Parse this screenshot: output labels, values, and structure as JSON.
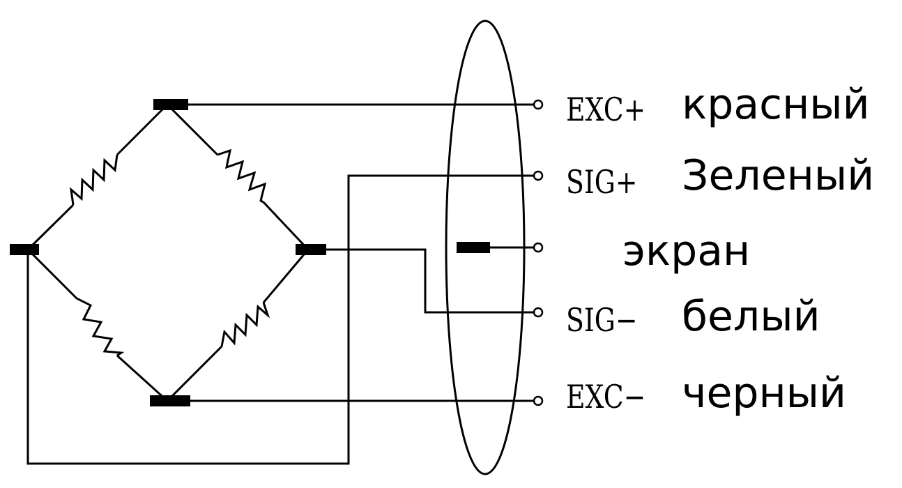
{
  "terminals": [
    {
      "id": "exc_plus",
      "code": "EXC+",
      "color_name": "красный"
    },
    {
      "id": "sig_plus",
      "code": "SIG+",
      "color_name": "Зеленый"
    },
    {
      "id": "shield",
      "code": "",
      "color_name": "экран"
    },
    {
      "id": "sig_minus",
      "code": "SIG−",
      "color_name": "белый"
    },
    {
      "id": "exc_minus",
      "code": "EXC−",
      "color_name": "черный"
    }
  ]
}
